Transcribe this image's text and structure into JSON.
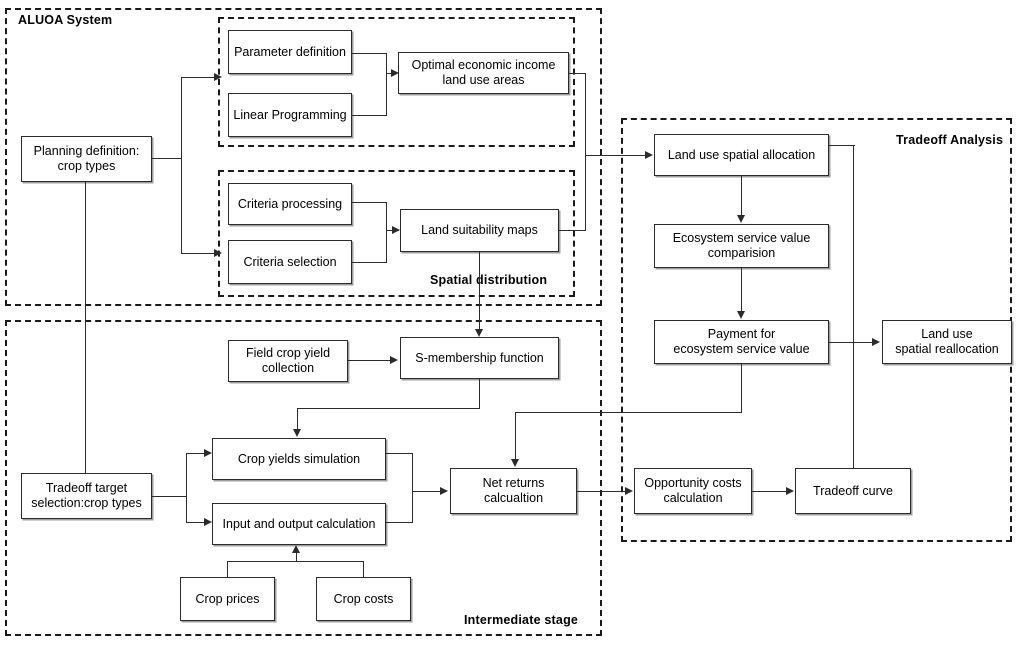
{
  "diagram": {
    "title_groups": {
      "aluoa": "ALUOA System",
      "spatial": "Spatial  distribution",
      "intermediate": "Intermediate  stage",
      "tradeoff": "Tradeoff Analysis"
    },
    "nodes": {
      "planning_definition": "Planning definition:\ncrop types",
      "parameter_definition": "Parameter definition",
      "linear_programming": "Linear Programming",
      "optimal_income": "Optimal economic income\nland use areas",
      "criteria_processing": "Criteria processing",
      "criteria_selection": "Criteria selection",
      "land_suitability": "Land suitability maps",
      "field_crop_yield": "Field crop yield\ncollection",
      "s_membership": "S-membership function",
      "tradeoff_target": "Tradeoff target\nselection:crop types",
      "crop_yields_sim": "Crop yields simulation",
      "input_output": "Input and output calculation",
      "crop_prices": "Crop prices",
      "crop_costs": "Crop costs",
      "net_returns": "Net returns\ncalcualtion",
      "land_use_allocation": "Land use spatial allocation",
      "ecosystem_comparison": "Ecosystem service value\ncomparision",
      "payment_esv": "Payment for\necosystem service value",
      "land_use_realloc": "Land use\nspatial reallocation",
      "opportunity_costs": "Opportunity costs\ncalculation",
      "tradeoff_curve": "Tradeoff curve"
    },
    "colors": {
      "line": "#2b2b2b",
      "box_border": "#2b2b2b",
      "background": "#ffffff",
      "dashed_border": "#1a1a1a"
    }
  }
}
